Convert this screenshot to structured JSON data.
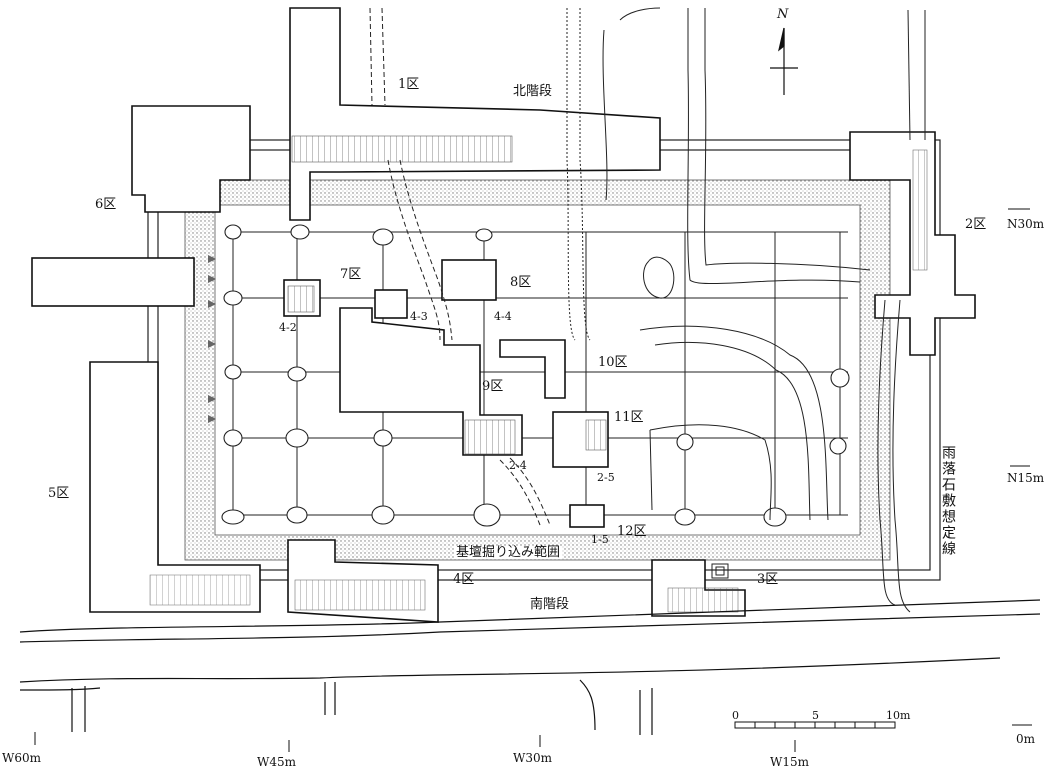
{
  "north": "N",
  "zones": {
    "z1": "1区",
    "z2": "2区",
    "z3": "3区",
    "z4": "4区",
    "z5": "5区",
    "z6": "6区",
    "z7": "7区",
    "z8": "8区",
    "z9": "9区",
    "z10": "10区",
    "z11": "11区",
    "z12": "12区"
  },
  "features": {
    "north_stairs": "北階段",
    "south_stairs": "南階段",
    "foundation_pit": "基壇掘り込み範囲",
    "drip_line": "雨落石敷想定線"
  },
  "pillars": {
    "p42": "4-2",
    "p43": "4-3",
    "p44": "4-4",
    "p24": "2-4",
    "p25": "2-5",
    "p15": "1-5"
  },
  "coords": {
    "n30": "N30m",
    "n15": "N15m",
    "w60": "W60m",
    "w45": "W45m",
    "w30": "W30m",
    "w15": "W15m",
    "zero": "0m"
  },
  "scale": {
    "s0": "0",
    "s5": "5",
    "s10": "10m"
  }
}
